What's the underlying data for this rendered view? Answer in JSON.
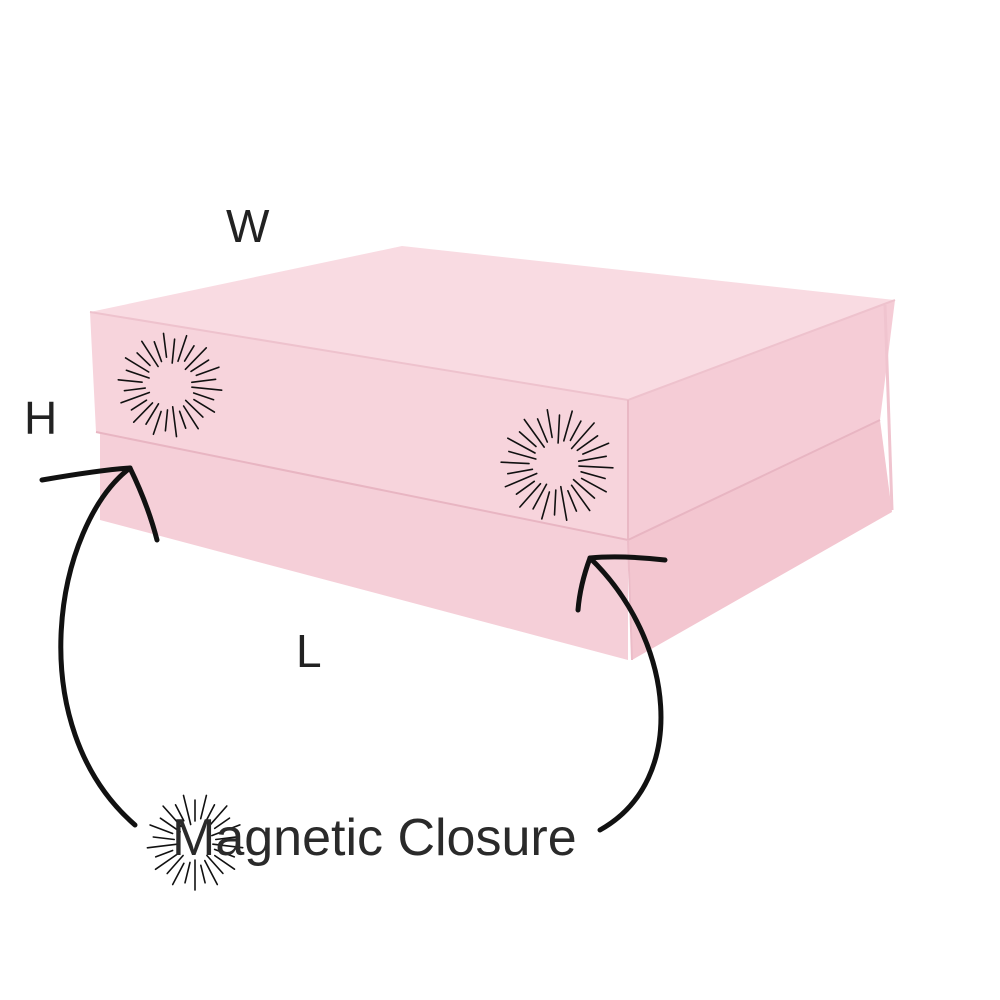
{
  "labels": {
    "width": "W",
    "height": "H",
    "length": "L"
  },
  "caption": "Magnetic Closure",
  "colors": {
    "box_face": "#f6d3dc",
    "box_top": "#f9dbe2",
    "box_side": "#f4cbd5",
    "box_base": "#f3c7d1",
    "box_edge": "#e9b8c4",
    "line": "#111111"
  },
  "icons": [
    "magnet-burst-icon",
    "curved-arrow-icon"
  ]
}
